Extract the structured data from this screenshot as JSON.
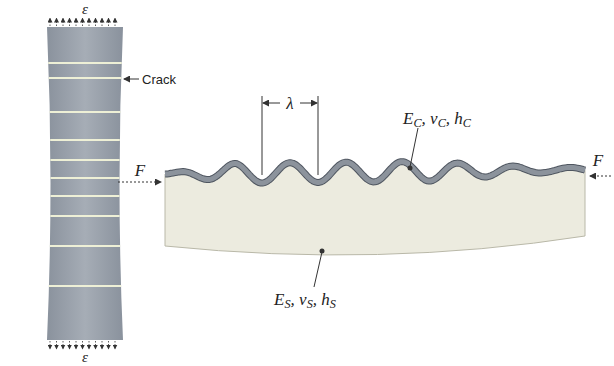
{
  "diagram": {
    "labels": [
      "ε",
      "ε",
      "Crack",
      "F",
      "F",
      "λ",
      "EC, vC, hC",
      "ES, vS, hS"
    ]
  }
}
